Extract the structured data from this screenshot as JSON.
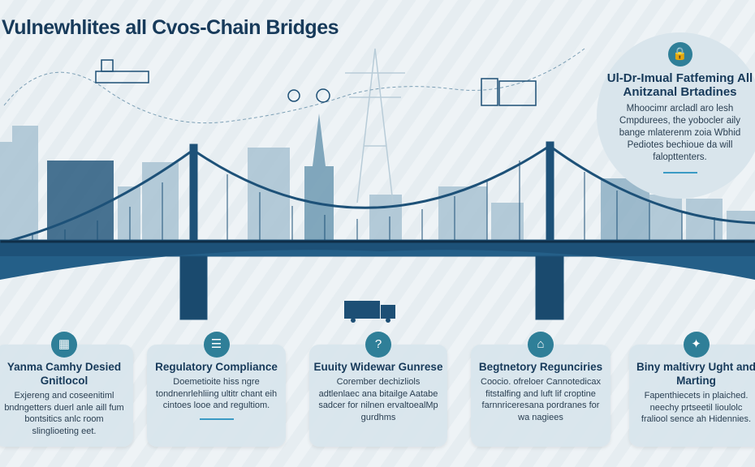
{
  "title": "Vulnewhlites all Cvos-Chain Bridges",
  "colors": {
    "navy": "#173a5a",
    "deck": "#1d5178",
    "teal": "#2f7f98",
    "accent": "#3a9ac4"
  },
  "callout": {
    "icon": "lock-icon",
    "title": "Ul-Dr-Imual Fatfeming All Anitzanal Brtadines",
    "body": "Mhoocimr arcladl aro lesh Cmpdurees, the yobocler aily bange mlaterenm zoia Wbhid Pediotes bechioue da will falopttenters."
  },
  "cards": [
    {
      "icon": "server-icon",
      "title": "Yanma Camhy Desied Gnitlocol",
      "body": "Exjereng and coseenitiml bndngetters duerl anle aill fum bontsitics anlc room slinglioeting eet.",
      "underline": false
    },
    {
      "icon": "document-icon",
      "title": "Regulatory Compliance",
      "body": "Doemetioite hiss ngre tondnenrlehliing ultitr chant eih cintoes looe and regultiom.",
      "underline": true
    },
    {
      "icon": "question-icon",
      "title": "Euuity Widewar Gunrese",
      "body": "Corember dechizliols adtlenlaec ana bitailge Aatabe sadcer for nilnen ervaltoealMp gurdhms",
      "underline": false
    },
    {
      "icon": "building-icon",
      "title": "Begtnetory Regunciries",
      "body": "Coocio. ofreloer Cannotedicax fitstalfing and luft lif croptine farnnriceresana pordranes for wa nagiees",
      "underline": false
    },
    {
      "icon": "drone-icon",
      "title": "Biny maltivry Ught and Marting",
      "body": "Fapenthiecets in plaiched. neechy prtseetil lioulolc fraliool sence ah Hidennies.",
      "underline": false
    }
  ]
}
